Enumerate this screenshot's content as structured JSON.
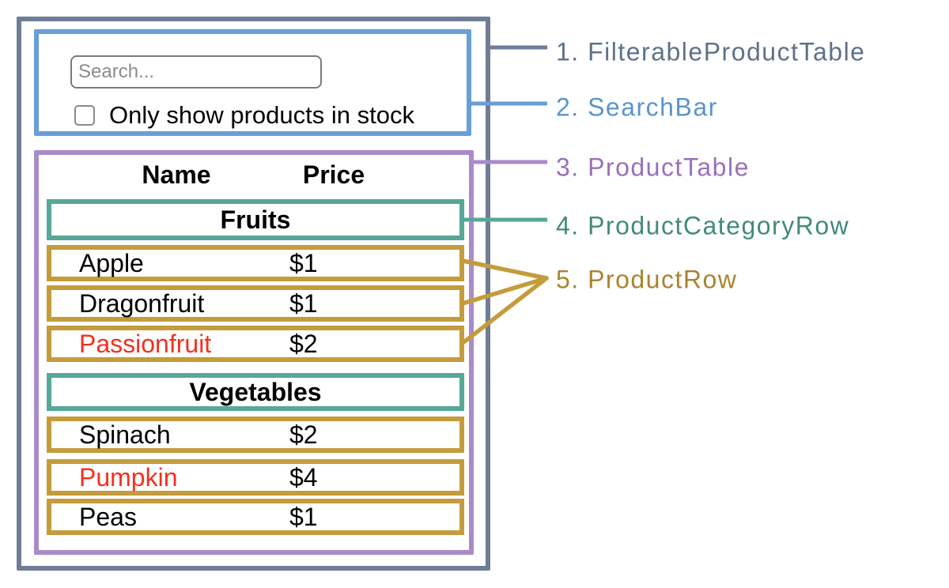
{
  "search_bar": {
    "placeholder": "Search...",
    "checkbox_label": "Only show products in stock",
    "checkbox_checked": false
  },
  "product_table": {
    "name_header": "Name",
    "price_header": "Price",
    "sections": [
      {
        "category": "Fruits",
        "rows": [
          {
            "name": "Apple",
            "price": "$1",
            "out_of_stock": false
          },
          {
            "name": "Dragonfruit",
            "price": "$1",
            "out_of_stock": false
          },
          {
            "name": "Passionfruit",
            "price": "$2",
            "out_of_stock": true
          }
        ]
      },
      {
        "category": "Vegetables",
        "rows": [
          {
            "name": "Spinach",
            "price": "$2",
            "out_of_stock": false
          },
          {
            "name": "Pumpkin",
            "price": "$4",
            "out_of_stock": true
          },
          {
            "name": "Peas",
            "price": "$1",
            "out_of_stock": false
          }
        ]
      }
    ]
  },
  "legend": [
    {
      "label": "1. FilterableProductTable",
      "color": "#5e7189"
    },
    {
      "label": "2. SearchBar",
      "color": "#5b95ca"
    },
    {
      "label": "3. ProductTable",
      "color": "#9a70b8"
    },
    {
      "label": "4. ProductCategoryRow",
      "color": "#438a7b"
    },
    {
      "label": "5. ProductRow",
      "color": "#a8842e"
    }
  ],
  "colors": {
    "filterable_product_table_outline": "#6f7d97",
    "search_bar_outline": "#689fd5",
    "product_table_outline": "#aa8bca",
    "category_row_outline": "#56a897",
    "product_row_outline": "#c49c3c",
    "out_of_stock_text": "#f3301f"
  }
}
